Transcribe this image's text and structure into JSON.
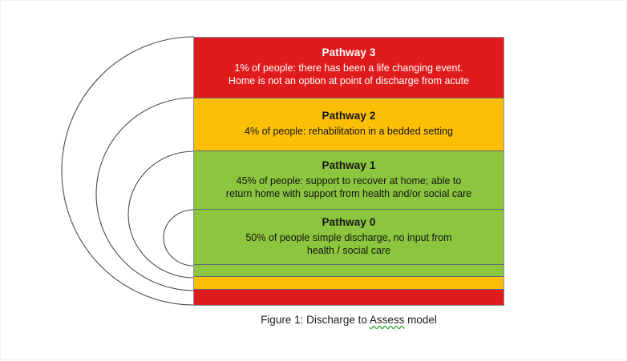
{
  "figure": {
    "caption_prefix": "Figure 1: Discharge to ",
    "caption_misspelled_word": "Assess",
    "caption_suffix": " model"
  },
  "colors": {
    "red": "#e01b1c",
    "amber": "#fbbf05",
    "green": "#8cc63e",
    "band_border": "#5d6b7a",
    "box_border": "#8a8fa8",
    "arc_stroke": "#4a4a4a",
    "spellcheck_underline": "#3faa3f"
  },
  "pathways": [
    {
      "id": "pathway-3",
      "title": "Pathway 3",
      "description": "1% of people: there has been a life changing event.\nHome is not an option at point of discharge from acute",
      "percent": "1%",
      "color": "#e01b1c"
    },
    {
      "id": "pathway-2",
      "title": "Pathway 2",
      "description": "4% of people: rehabilitation in a bedded setting",
      "percent": "4%",
      "color": "#fbbf05"
    },
    {
      "id": "pathway-1",
      "title": "Pathway 1",
      "description": "45% of people: support to recover at home; able to\nreturn home with support from health and/or social care",
      "percent": "45%",
      "color": "#8cc63e"
    },
    {
      "id": "pathway-0",
      "title": "Pathway 0",
      "description": "50% of people simple discharge, no input from\nhealth / social care",
      "percent": "50%",
      "color": "#8cc63e"
    }
  ],
  "stripes": [
    {
      "id": "stripe-green",
      "color": "#8cc63e"
    },
    {
      "id": "stripe-amber",
      "color": "#fbbf05"
    },
    {
      "id": "stripe-red",
      "color": "#e01b1c"
    }
  ],
  "arcs": [
    {
      "id": "arc-outer",
      "label": "pathway-3-arc"
    },
    {
      "id": "arc-second",
      "label": "pathway-2-arc"
    },
    {
      "id": "arc-third",
      "label": "pathway-1-arc"
    },
    {
      "id": "arc-inner",
      "label": "pathway-0-arc"
    }
  ]
}
